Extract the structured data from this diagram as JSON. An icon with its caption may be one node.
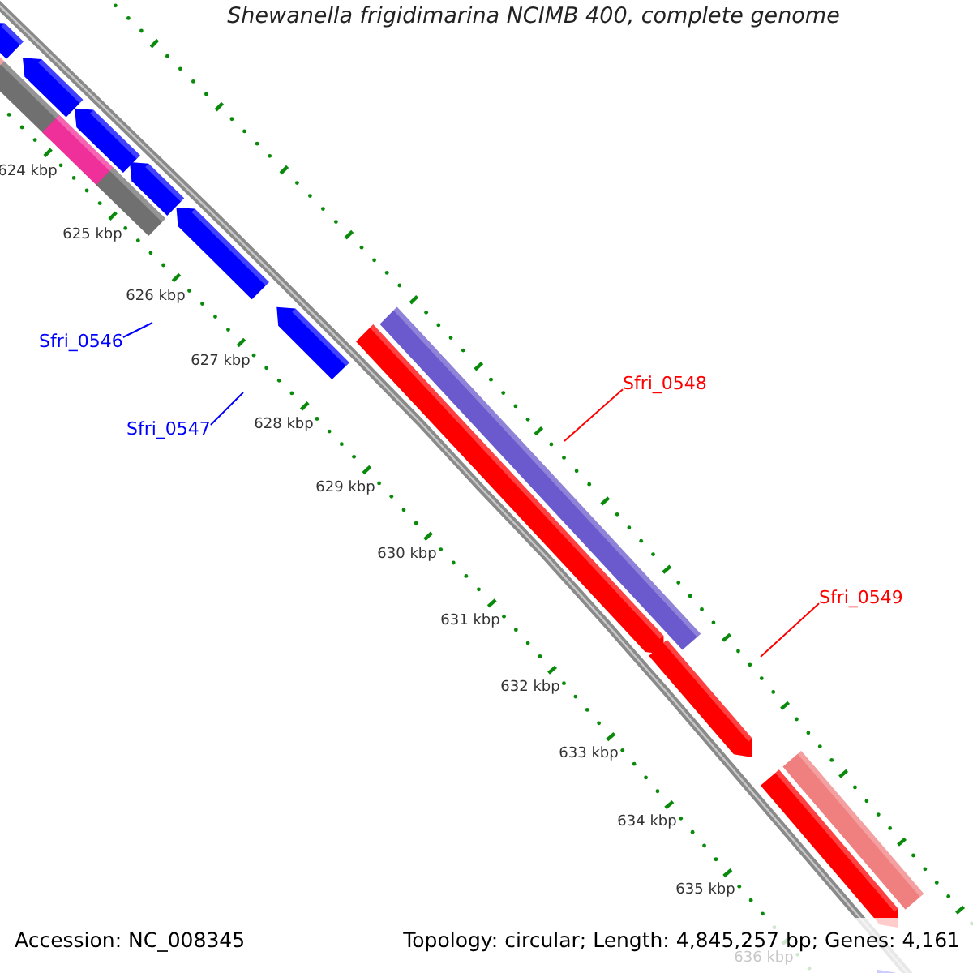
{
  "diagram": {
    "title": "Shewanella frigidimarina NCIMB 400, complete genome",
    "nodes": [
      {
        "text": [
          "Sfri_0546"
        ]
      },
      {
        "text": [
          "Sfri_0547"
        ]
      },
      {
        "text": [
          "Sfri_0548"
        ]
      },
      {
        "text": [
          "Sfri_0549"
        ]
      }
    ],
    "edges": [
      {
        "from": 0,
        "to": null,
        "arrow": "none",
        "color": "#0000ff"
      },
      {
        "from": 1,
        "to": null,
        "arrow": "none",
        "color": "#0000ff"
      },
      {
        "from": 2,
        "to": null,
        "arrow": "none",
        "color": "#ff0000"
      },
      {
        "from": 3,
        "to": null,
        "arrow": "none",
        "color": "#ff0000"
      }
    ],
    "labels": [
      "624 kbp",
      "625 kbp",
      "626 kbp",
      "627 kbp",
      "628 kbp",
      "629 kbp",
      "630 kbp",
      "631 kbp",
      "632 kbp",
      "633 kbp",
      "634 kbp",
      "635 kbp",
      "636 kbp",
      "Accession: NC_008345",
      "Topology: circular; Length: 4,845,257 bp; Genes: 4,161"
    ]
  }
}
